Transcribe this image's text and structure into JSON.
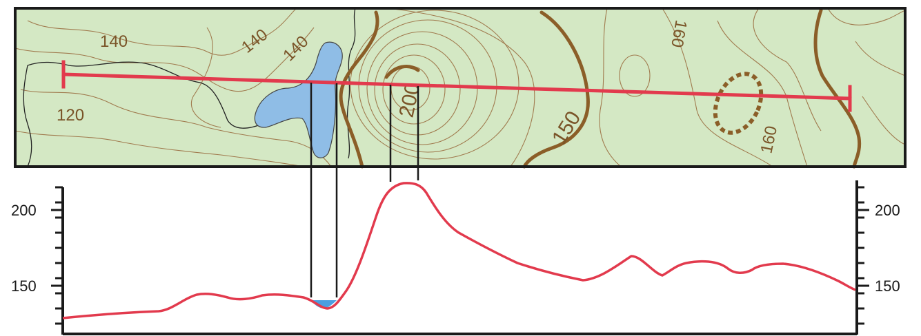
{
  "map": {
    "contour_labels": [
      {
        "id": "label-140-a",
        "text": "140"
      },
      {
        "id": "label-140-b",
        "text": "140"
      },
      {
        "id": "label-140-c",
        "text": "140"
      },
      {
        "id": "label-120",
        "text": "120"
      },
      {
        "id": "label-200",
        "text": "200"
      },
      {
        "id": "label-150",
        "text": "150"
      },
      {
        "id": "label-160-a",
        "text": "160"
      },
      {
        "id": "label-160-b",
        "text": "160"
      }
    ],
    "colors": {
      "land": "#d4e8c4",
      "lake": "#8fbde6",
      "contour": "#a07a4e",
      "index_contour": "#8b5e28",
      "profile_line": "#e23a4d"
    }
  },
  "profile": {
    "left_axis_labels": [
      "200",
      "150"
    ],
    "right_axis_labels": [
      "200",
      "150"
    ]
  }
}
